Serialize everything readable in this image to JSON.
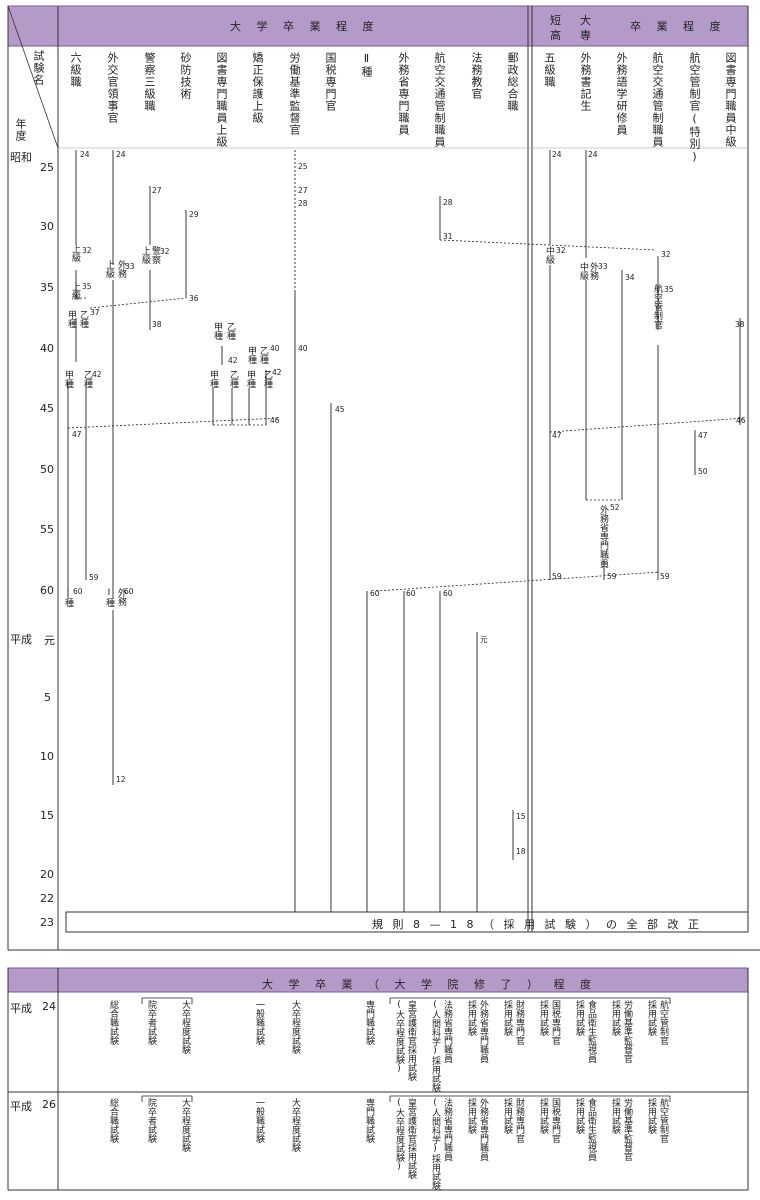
{
  "upper": {
    "header_univ": "大 学 卒 業 程 度",
    "header_short_1": "短　大",
    "header_short_2": "高　専",
    "header_short_3": "卒 業 程 度",
    "corner_top": "試験名",
    "corner_bottom": "年度",
    "era_showa": "昭和",
    "era_heisei": "平成",
    "columns": [
      "六級職",
      "外交官領事官",
      "警察三級職",
      "砂防技術",
      "図書専門職員上級",
      "矯正保護上級",
      "労働基準監督官",
      "国税専門官",
      "Ⅱ種",
      "外務省専門職員",
      "航空交通管制職員",
      "法務教官",
      "郵政総合職",
      "五級職",
      "外務書記生",
      "外務語学研修員",
      "航空交通管制職員",
      "航空管制官(特別)",
      "図書専門職員中級"
    ],
    "years": [
      "25",
      "30",
      "35",
      "40",
      "45",
      "50",
      "55",
      "60",
      "元",
      "5",
      "10",
      "15",
      "20",
      "22",
      "23"
    ],
    "footer_note": "規 則 8 — 1 8 （ 採 用 試 験 ） の 全 部 改 正",
    "annotations": {
      "a24a": "24",
      "a24b": "24",
      "a25": "25",
      "a27": "27",
      "a27b": "27",
      "a28": "28",
      "a28b": "28",
      "a29": "29",
      "a31": "31",
      "a32": "32",
      "a32b": "32",
      "a33": "33",
      "a35": "35",
      "a36": "36",
      "a37": "37",
      "a38": "38",
      "a38b": "38",
      "a40": "40",
      "a40b": "40",
      "a42": "42",
      "a42b": "42",
      "a42c": "42",
      "a45": "45",
      "a46": "46",
      "a46b": "46",
      "a47": "47",
      "a47b": "47",
      "a47c": "47",
      "a50": "50",
      "a59": "59",
      "a59b": "59",
      "a59c": "59",
      "a60": "60",
      "a60b": "60",
      "a60c": "60",
      "a60d": "60",
      "a60e": "60",
      "a12": "12",
      "a15": "15",
      "a18": "18",
      "agen": "元",
      "c24": "24",
      "c24b": "24",
      "c32": "32",
      "c33": "33",
      "c34": "34",
      "c32c": "32",
      "c35": "35",
      "c52": "52",
      "c59": "59",
      "c59b": "59"
    },
    "labels": {
      "joukyu": "上級",
      "gaimu": "外務",
      "keisatsu": "警察",
      "koukyu": "甲種",
      "otsukyu": "乙種",
      "isshu": "Ⅰ種",
      "chukyu": "中級",
      "koukuu": "航空管制官",
      "gaimusenmon": "外務省専門職員"
    }
  },
  "lower": {
    "header": "大 学 卒 業 （ 大 学 院 修 了 ） 程 度",
    "rows": [
      {
        "era": "平成",
        "year": "24"
      },
      {
        "era": "平成",
        "year": "26"
      }
    ],
    "items": [
      "総合職試験",
      "院卒者試験",
      "大卒程度試験",
      "一般職試験",
      "大卒程度試験",
      "専門職試験",
      "皇宮護衛官採用試験",
      "(大卒程度試験)",
      "法務省専門職員",
      "(人間科学)採用試験",
      "外務省専門職員",
      "採用試験",
      "財務専門官",
      "採用試験",
      "国税専門官",
      "採用試験",
      "食品衛生監視員",
      "採用試験",
      "労働基準監督官",
      "採用試験",
      "航空管制官",
      "採用試験"
    ]
  },
  "colors": {
    "header_bg": "#b49ac8",
    "header_border": "#7a5a96",
    "line": "#222222"
  }
}
